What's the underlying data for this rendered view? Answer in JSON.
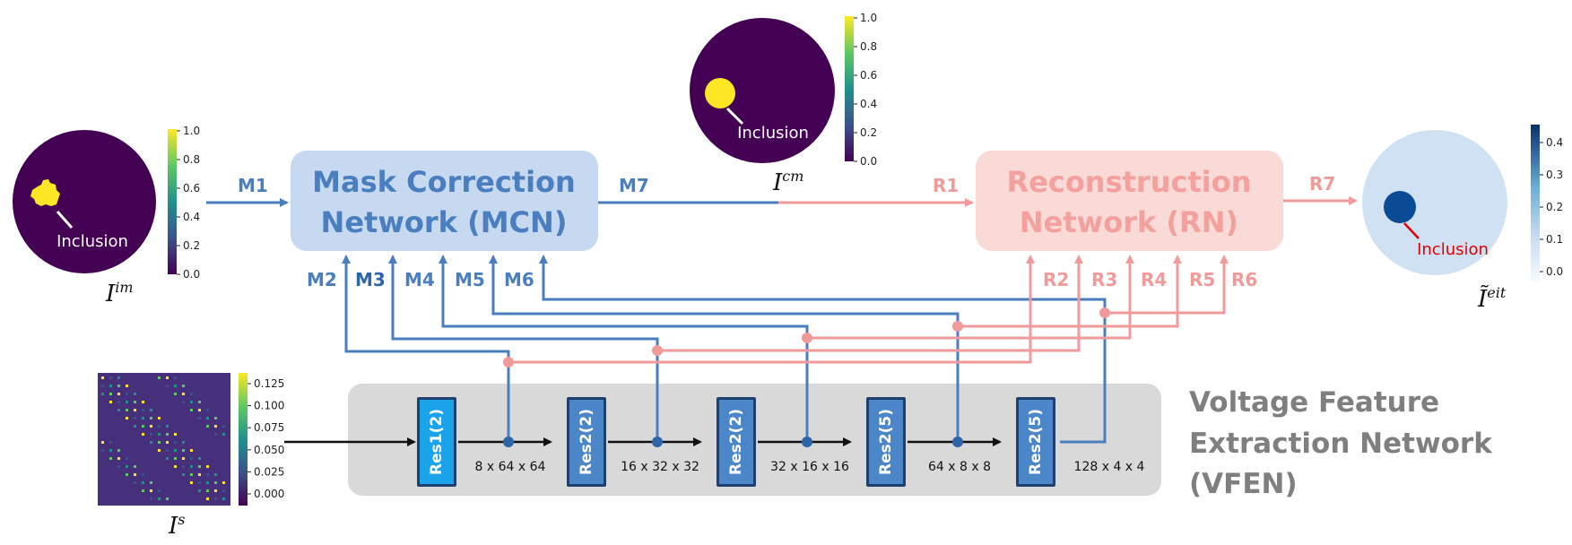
{
  "networks": {
    "mcn": {
      "line1": "Mask Correction",
      "line2": "Network (MCN)"
    },
    "rn": {
      "line1": "Reconstruction",
      "line2": "Network (RN)"
    },
    "vfen": {
      "line1": "Voltage Feature",
      "line2": "Extraction Network",
      "line3": "(VFEN)"
    }
  },
  "blocks": [
    {
      "label": "Res1(2)",
      "shape": "8 x 64 x 64"
    },
    {
      "label": "Res2(2)",
      "shape": "16 x 32 x 32"
    },
    {
      "label": "Res2(2)",
      "shape": "32 x 16 x 16"
    },
    {
      "label": "Res2(5)",
      "shape": "64 x 8 x 8"
    },
    {
      "label": "Res2(5)",
      "shape": "128 x 4 x 4"
    }
  ],
  "mcn_links": [
    "M1",
    "M2",
    "M3",
    "M4",
    "M5",
    "M6",
    "M7"
  ],
  "rn_links": [
    "R1",
    "R2",
    "R3",
    "R4",
    "R5",
    "R6",
    "R7"
  ],
  "images": {
    "im": {
      "symbol": "I",
      "sup": "im",
      "annotation": "Inclusion",
      "colorbar_ticks": [
        "1.0",
        "0.8",
        "0.6",
        "0.4",
        "0.2",
        "0.0"
      ]
    },
    "cm": {
      "symbol": "I",
      "sup": "cm",
      "annotation": "Inclusion",
      "colorbar_ticks": [
        "1.0",
        "0.8",
        "0.6",
        "0.4",
        "0.2",
        "0.0"
      ]
    },
    "eit": {
      "symbol": "Ĩ",
      "sup": "eit",
      "annotation": "Inclusion",
      "colorbar_ticks": [
        "0.4",
        "0.3",
        "0.2",
        "0.1",
        "0.0"
      ]
    },
    "s": {
      "symbol": "I",
      "sup": "s",
      "colorbar_ticks": [
        "0.125",
        "0.100",
        "0.075",
        "0.050",
        "0.025",
        "0.000"
      ]
    }
  },
  "colors": {
    "mcn_blue": "#4a7ebf",
    "mcn_fill": "#c6d9f0",
    "rn_pink": "#f09a9a",
    "rn_fill": "#fadad7",
    "rn_text": "#f4a09c",
    "vfen_gray": "#d9d9d9",
    "vfen_text": "#7f7f7f",
    "block_blue": "#4a86c8",
    "block_first": "#1aa3e8",
    "viridis_dark": "#440154",
    "viridis_yellow": "#fde725",
    "blues_light": "#cfe1f2",
    "blues_dark": "#08306b",
    "annotation_red": "#e00000"
  }
}
